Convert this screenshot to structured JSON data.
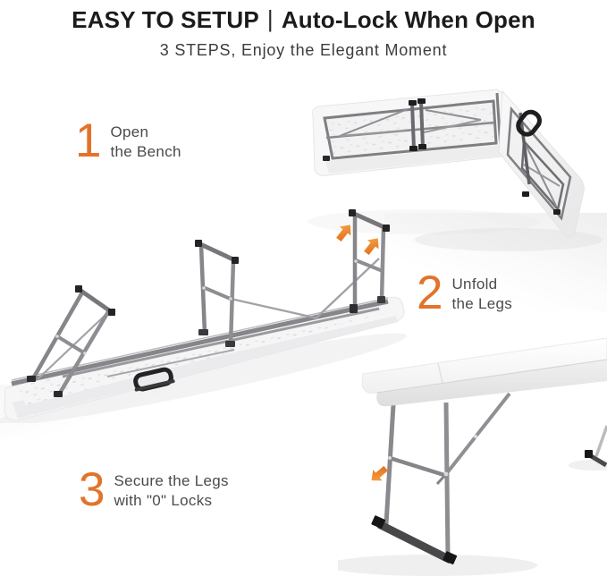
{
  "header": {
    "title_left": "EASY TO SETUP",
    "title_divider": "|",
    "title_right": "Auto-Lock When Open",
    "subtitle": "3 STEPS, Enjoy the Elegant Moment"
  },
  "steps": [
    {
      "number": "1",
      "line1": "Open",
      "line2": "the Bench"
    },
    {
      "number": "2",
      "line1": "Unfold",
      "line2": "the Legs"
    },
    {
      "number": "3",
      "line1": "Secure the Legs",
      "line2": "with \"0\" Locks"
    }
  ],
  "illustrations": [
    {
      "name": "bench-folded",
      "caption": "Bench folded in half, standing partially open with carry handle"
    },
    {
      "name": "bench-legs-unfolding",
      "caption": "Bench lying upside down, three leg frames unfolding, orange arrows showing motion"
    },
    {
      "name": "bench-assembled",
      "caption": "Assembled white bench standing on gray folding legs, arrow at leg lock"
    }
  ],
  "icons": {
    "unfold-arrow-icon": "orange arrow pointing up-right",
    "lock-arrow-icon": "orange arrow pointing down-left",
    "carry-handle": "black D-shaped carry handle"
  },
  "colors": {
    "accent": "#E2742A",
    "title_text": "#1B1B1B",
    "body_text": "#4A4A4A",
    "metal_gray": "#8C8C90",
    "bench_white": "#F6F6F6"
  }
}
